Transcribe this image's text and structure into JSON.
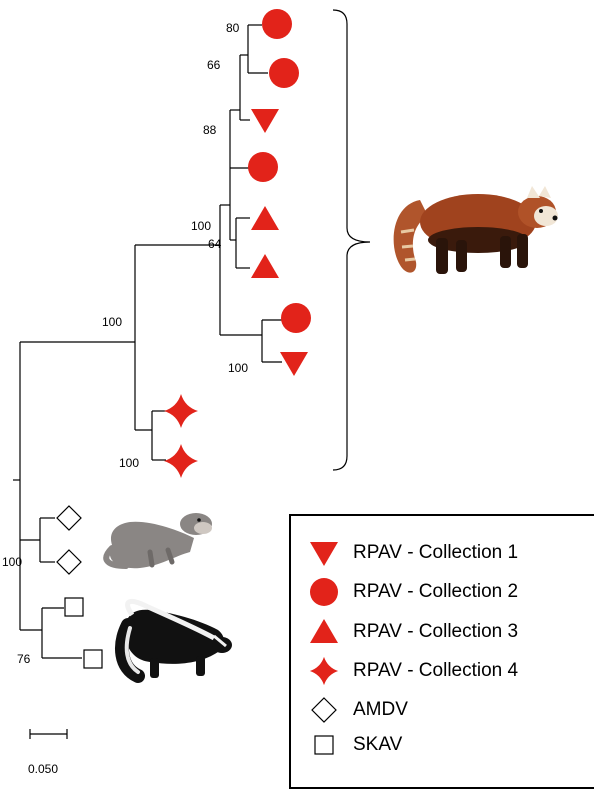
{
  "colors": {
    "rpav": "#e2231a",
    "branch": "#000000",
    "panda_fur": "#a0431e",
    "otter_fur": "#8a8684",
    "skunk_fur": "#111111"
  },
  "tree": {
    "support_values": [
      "80",
      "66",
      "88",
      "100",
      "64",
      "100",
      "100",
      "100",
      "100",
      "76"
    ],
    "tip_markers": [
      {
        "shape": "circle",
        "group": "RPAV - Collection 2"
      },
      {
        "shape": "circle",
        "group": "RPAV - Collection 2"
      },
      {
        "shape": "triangle-down",
        "group": "RPAV - Collection 1"
      },
      {
        "shape": "circle",
        "group": "RPAV - Collection 2"
      },
      {
        "shape": "triangle-up",
        "group": "RPAV - Collection 3"
      },
      {
        "shape": "triangle-up",
        "group": "RPAV - Collection 3"
      },
      {
        "shape": "circle",
        "group": "RPAV - Collection 2"
      },
      {
        "shape": "triangle-down",
        "group": "RPAV - Collection 1"
      },
      {
        "shape": "star4",
        "group": "RPAV - Collection 4"
      },
      {
        "shape": "star4",
        "group": "RPAV - Collection 4"
      },
      {
        "shape": "diamond",
        "group": "AMDV"
      },
      {
        "shape": "diamond",
        "group": "AMDV"
      },
      {
        "shape": "square",
        "group": "SKAV"
      },
      {
        "shape": "square",
        "group": "SKAV"
      }
    ],
    "illustrations": [
      "red-panda",
      "otter",
      "skunk"
    ]
  },
  "legend": {
    "items": [
      {
        "shape": "triangle-down",
        "label": "RPAV - Collection 1"
      },
      {
        "shape": "circle",
        "label": "RPAV - Collection 2"
      },
      {
        "shape": "triangle-up",
        "label": "RPAV - Collection 3"
      },
      {
        "shape": "star4",
        "label": "RPAV - Collection 4"
      },
      {
        "shape": "diamond",
        "label": "AMDV"
      },
      {
        "shape": "square",
        "label": "SKAV"
      }
    ]
  },
  "scale": {
    "label": "0.050"
  }
}
